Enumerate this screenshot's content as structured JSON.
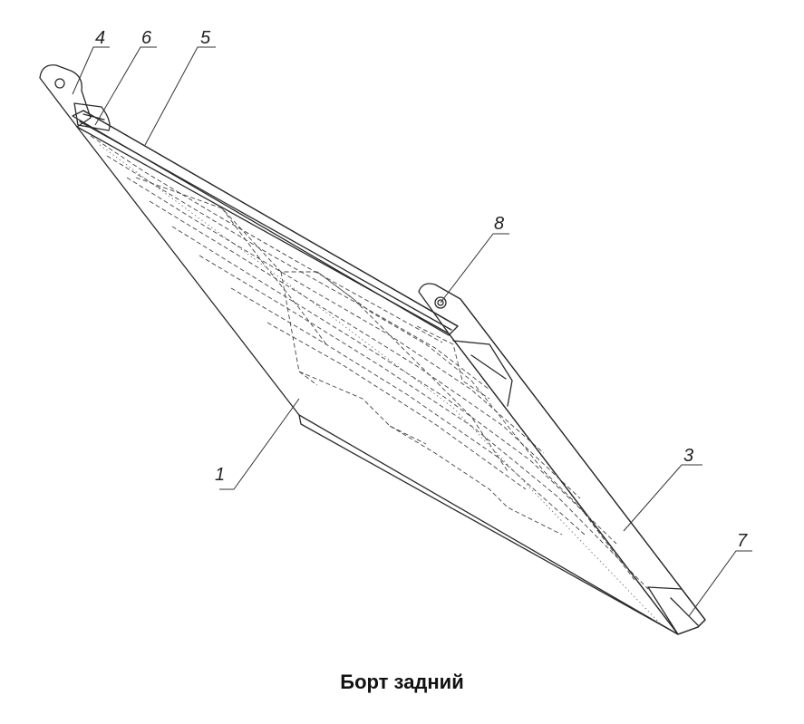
{
  "caption": "Борт задний",
  "callouts": {
    "c1": "1",
    "c3": "3",
    "c4": "4",
    "c5": "5",
    "c6": "6",
    "c7": "7",
    "c8": "8"
  }
}
